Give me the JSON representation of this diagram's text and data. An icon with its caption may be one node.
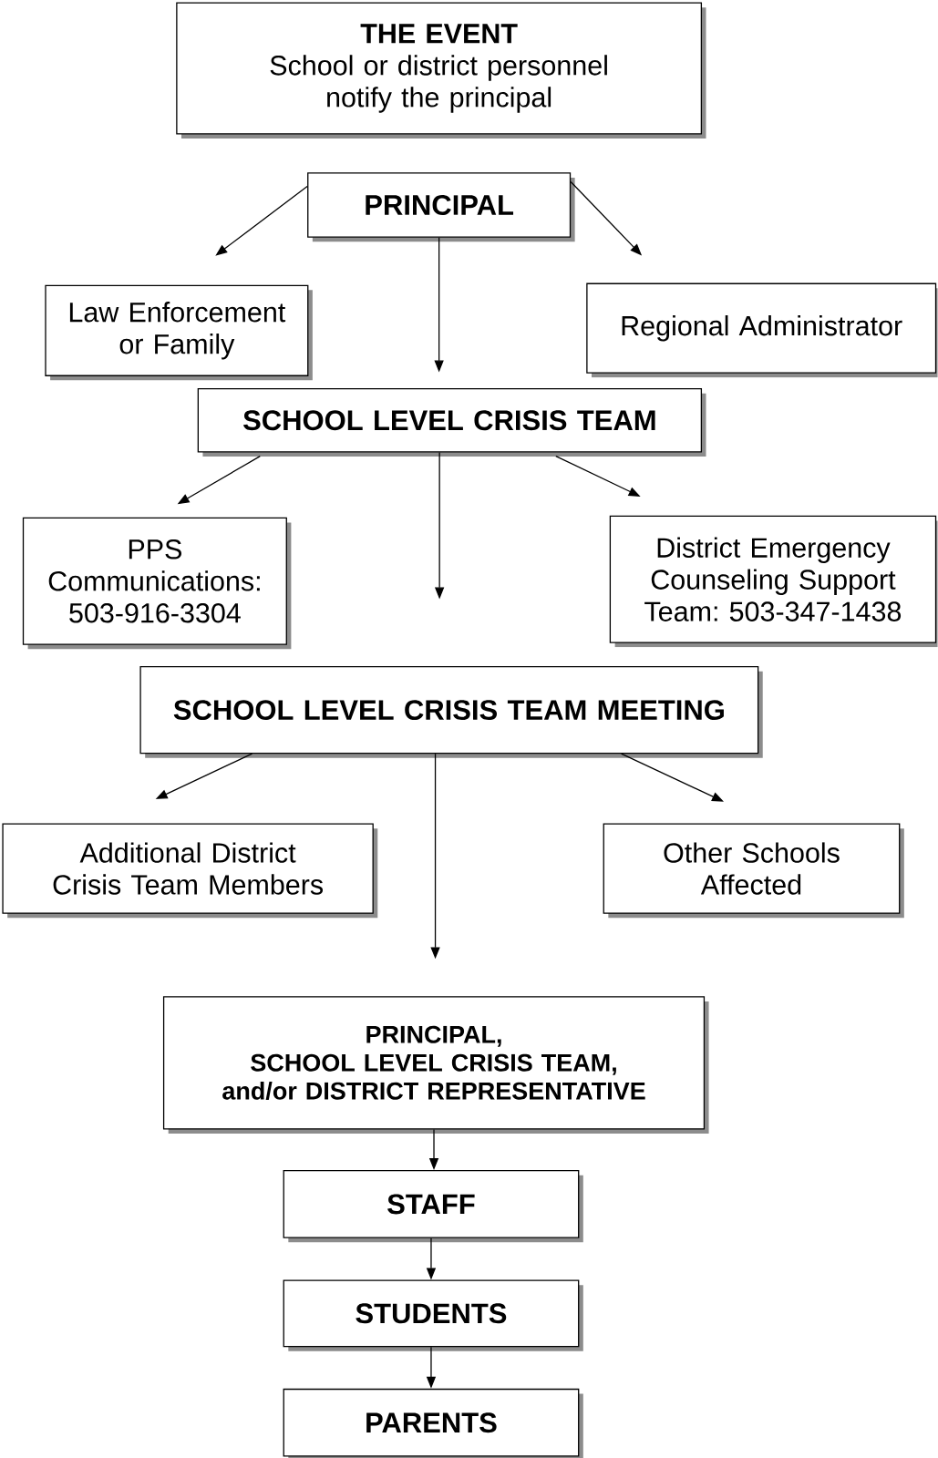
{
  "diagram": {
    "nodes": [
      {
        "text": [
          "THE EVENT",
          "School or district personnel notify the principal"
        ]
      },
      {
        "text": [
          "PRINCIPAL"
        ]
      },
      {
        "text": [
          "Law Enforcement or Family"
        ]
      },
      {
        "text": [
          "Regional Administrator"
        ]
      },
      {
        "text": [
          "SCHOOL LEVEL CRISIS TEAM"
        ]
      },
      {
        "text": [
          "PPS Communications: 503-916-3304"
        ]
      },
      {
        "text": [
          "District Emergency Counseling Support Team: 503-347-1438"
        ]
      },
      {
        "text": [
          "SCHOOL LEVEL CRISIS TEAM MEETING"
        ]
      },
      {
        "text": [
          "Additional District Crisis Team Members"
        ]
      },
      {
        "text": [
          "Other Schools Affected"
        ]
      },
      {
        "text": [
          "PRINCIPAL,",
          "SCHOOL LEVEL CRISIS TEAM, and/or DISTRICT REPRESENTATIVE"
        ]
      },
      {
        "text": [
          "STAFF"
        ]
      },
      {
        "text": [
          "STUDENTS"
        ]
      },
      {
        "text": [
          "PARENTS"
        ]
      }
    ],
    "edges": [
      {
        "from": 1,
        "to": 2,
        "arrow": "to"
      },
      {
        "from": 1,
        "to": 4,
        "arrow": "to"
      },
      {
        "from": 1,
        "to": 3,
        "arrow": "to"
      },
      {
        "from": 4,
        "to": 5,
        "arrow": "to"
      },
      {
        "from": 4,
        "to": 7,
        "arrow": "to"
      },
      {
        "from": 4,
        "to": 6,
        "arrow": "to"
      },
      {
        "from": 7,
        "to": 8,
        "arrow": "to"
      },
      {
        "from": 7,
        "to": 10,
        "arrow": "to"
      },
      {
        "from": 7,
        "to": 9,
        "arrow": "to"
      },
      {
        "from": 10,
        "to": 11,
        "arrow": "to"
      },
      {
        "from": 11,
        "to": 12,
        "arrow": "to"
      },
      {
        "from": 12,
        "to": 13,
        "arrow": "to"
      }
    ]
  }
}
